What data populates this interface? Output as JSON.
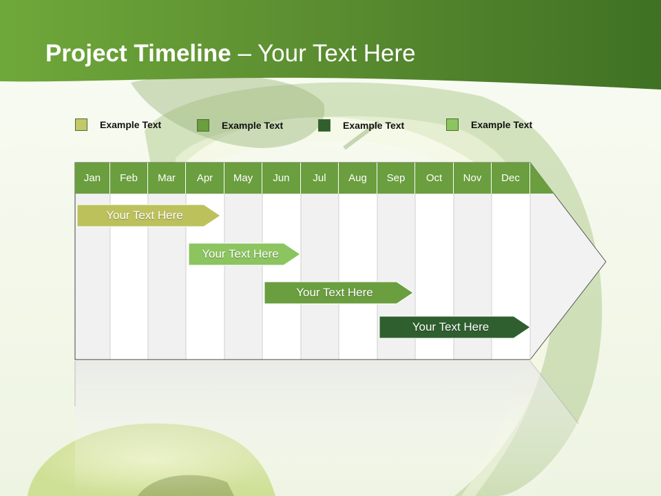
{
  "slide": {
    "title_bold": "Project Timeline",
    "title_rest": " – Your Text Here"
  },
  "legend": [
    {
      "label": "Example Text",
      "color": "#c3c86a"
    },
    {
      "label": "Example Text",
      "color": "#6a9e3e"
    },
    {
      "label": "Example Text",
      "color": "#2f5f2f"
    },
    {
      "label": "Example Text",
      "color": "#8cc460"
    }
  ],
  "months": [
    "Jan",
    "Feb",
    "Mar",
    "Apr",
    "May",
    "Jun",
    "Jul",
    "Aug",
    "Sep",
    "Oct",
    "Nov",
    "Dec"
  ],
  "tasks": [
    {
      "label": "Your  Text Here",
      "color": "#bcc15c"
    },
    {
      "label": "Your  Text Here",
      "color": "#8cc460"
    },
    {
      "label": "Your  Text Here",
      "color": "#6a9e3e"
    },
    {
      "label": "Your  Text Here",
      "color": "#2f5f2f"
    }
  ],
  "colors": {
    "header_green": "#6a9e3e",
    "banner_green": "#5f9234"
  }
}
